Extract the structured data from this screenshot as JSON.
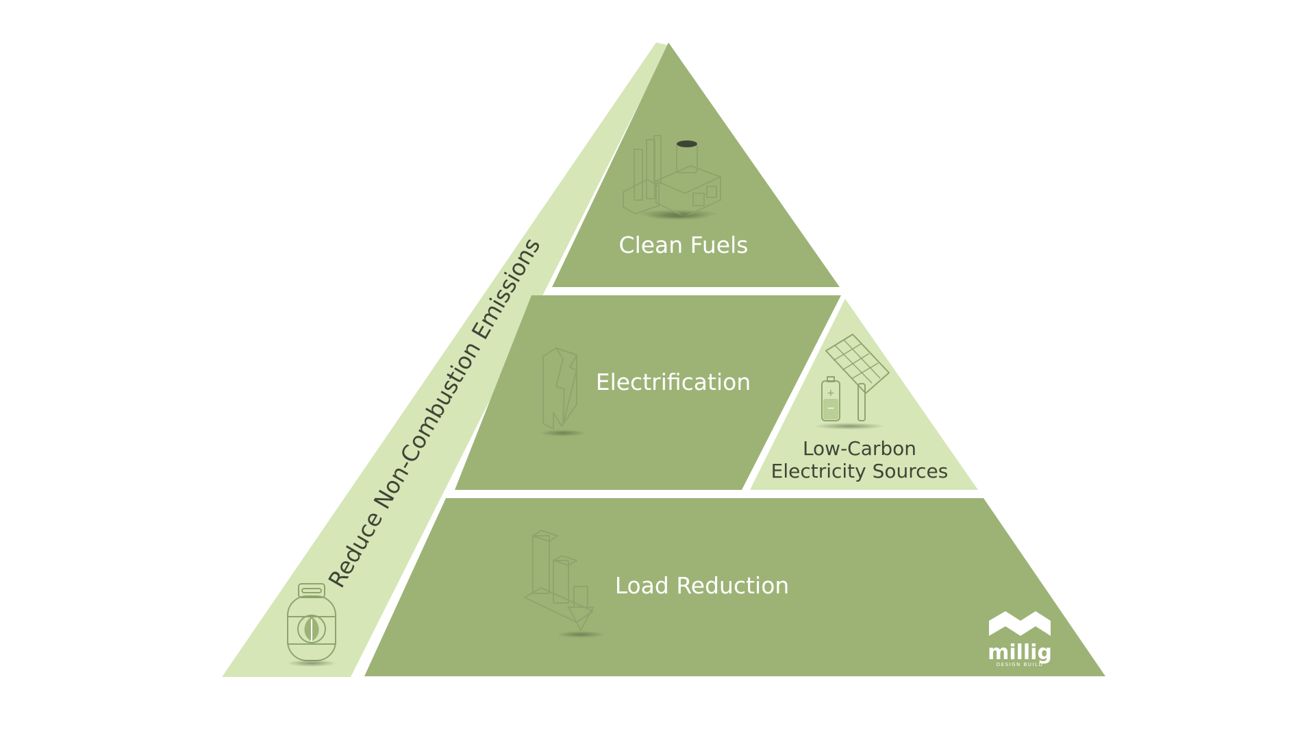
{
  "diagram": {
    "tiers": {
      "clean_fuels": "Clean Fuels",
      "electrification": "Electrification",
      "low_carbon_line1": "Low-Carbon",
      "low_carbon_line2": "Electricity Sources",
      "load_reduction": "Load Reduction"
    },
    "side_band": "Reduce Non-Combustion Emissions",
    "logo": {
      "word": "millig",
      "sub": "DESIGN BUILD"
    },
    "icons": {
      "clean_fuels": "factory-biofuel-icon",
      "electrification": "lightning-bolt-icon",
      "low_carbon": "solar-panel-battery-icon",
      "load_reduction": "declining-bars-arrow-icon",
      "side_band": "gas-tank-leaf-icon"
    }
  },
  "colors": {
    "tier": "#9db376",
    "light_band": "#d6e6b7",
    "icon_fill": "#dfeac6",
    "icon_stroke": "#8ea46d",
    "label_light": "#ffffff",
    "label_dark": "#3e4536"
  }
}
